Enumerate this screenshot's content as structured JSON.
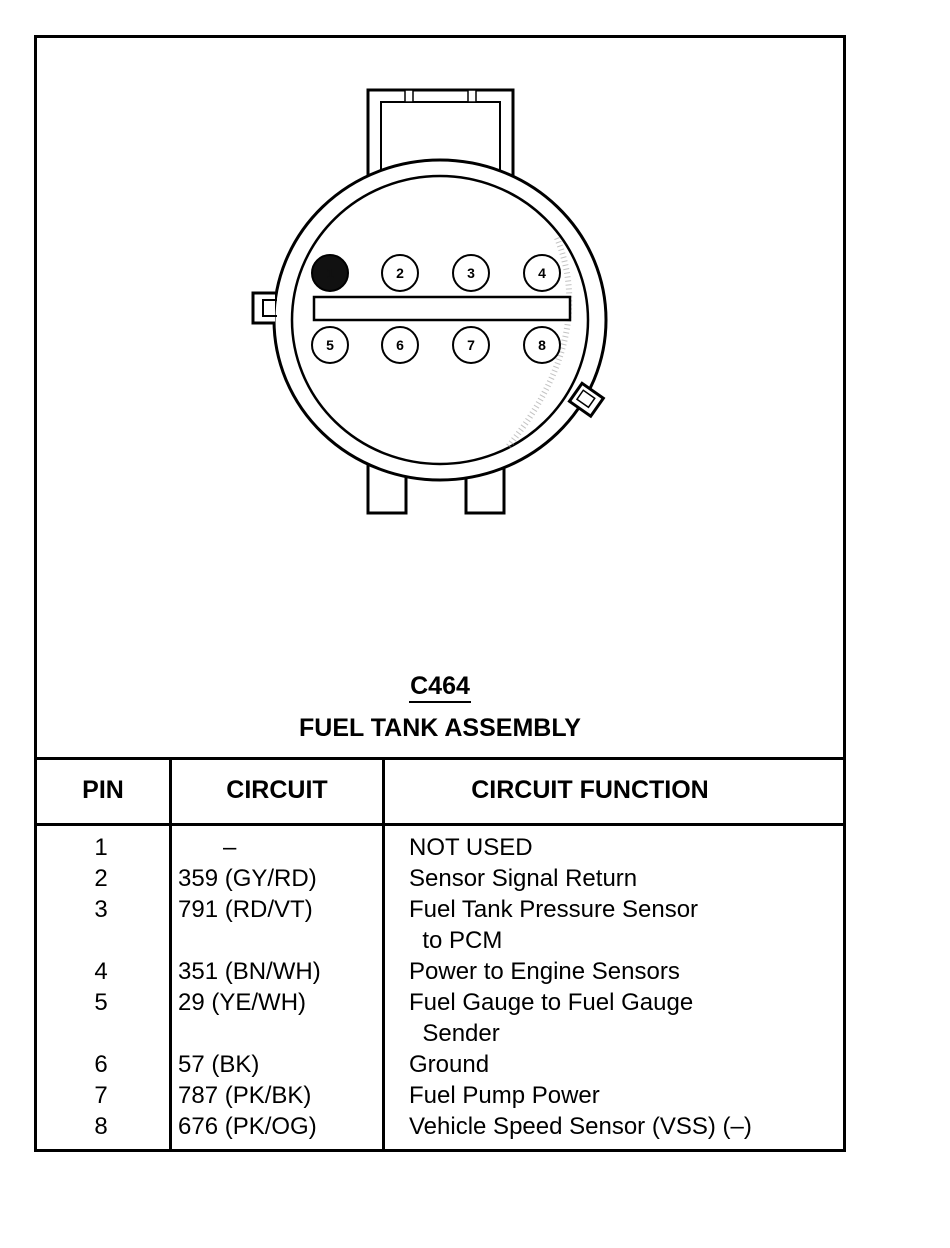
{
  "connector": {
    "code": "C464",
    "title": "FUEL TANK ASSEMBLY",
    "pin_labels": [
      "1",
      "2",
      "3",
      "4",
      "5",
      "6",
      "7",
      "8"
    ]
  },
  "table": {
    "headers": {
      "pin": "PIN",
      "circuit": "CIRCUIT",
      "function": "CIRCUIT FUNCTION"
    },
    "rows": [
      {
        "pin": "1",
        "circuit": "–",
        "function": "NOT USED"
      },
      {
        "pin": "2",
        "circuit": "359 (GY/RD)",
        "function": "Sensor Signal Return"
      },
      {
        "pin": "3",
        "circuit": "791 (RD/VT)",
        "function": "Fuel Tank Pressure Sensor\n  to PCM"
      },
      {
        "pin": "4",
        "circuit": "351 (BN/WH)",
        "function": "Power to Engine Sensors"
      },
      {
        "pin": "5",
        "circuit": "29 (YE/WH)",
        "function": "Fuel Gauge to Fuel Gauge\n  Sender"
      },
      {
        "pin": "6",
        "circuit": "57 (BK)",
        "function": "Ground"
      },
      {
        "pin": "7",
        "circuit": "787 (PK/BK)",
        "function": "Fuel Pump Power"
      },
      {
        "pin": "8",
        "circuit": "676 (PK/OG)",
        "function": "Vehicle Speed Sensor (VSS) (–)"
      }
    ]
  }
}
